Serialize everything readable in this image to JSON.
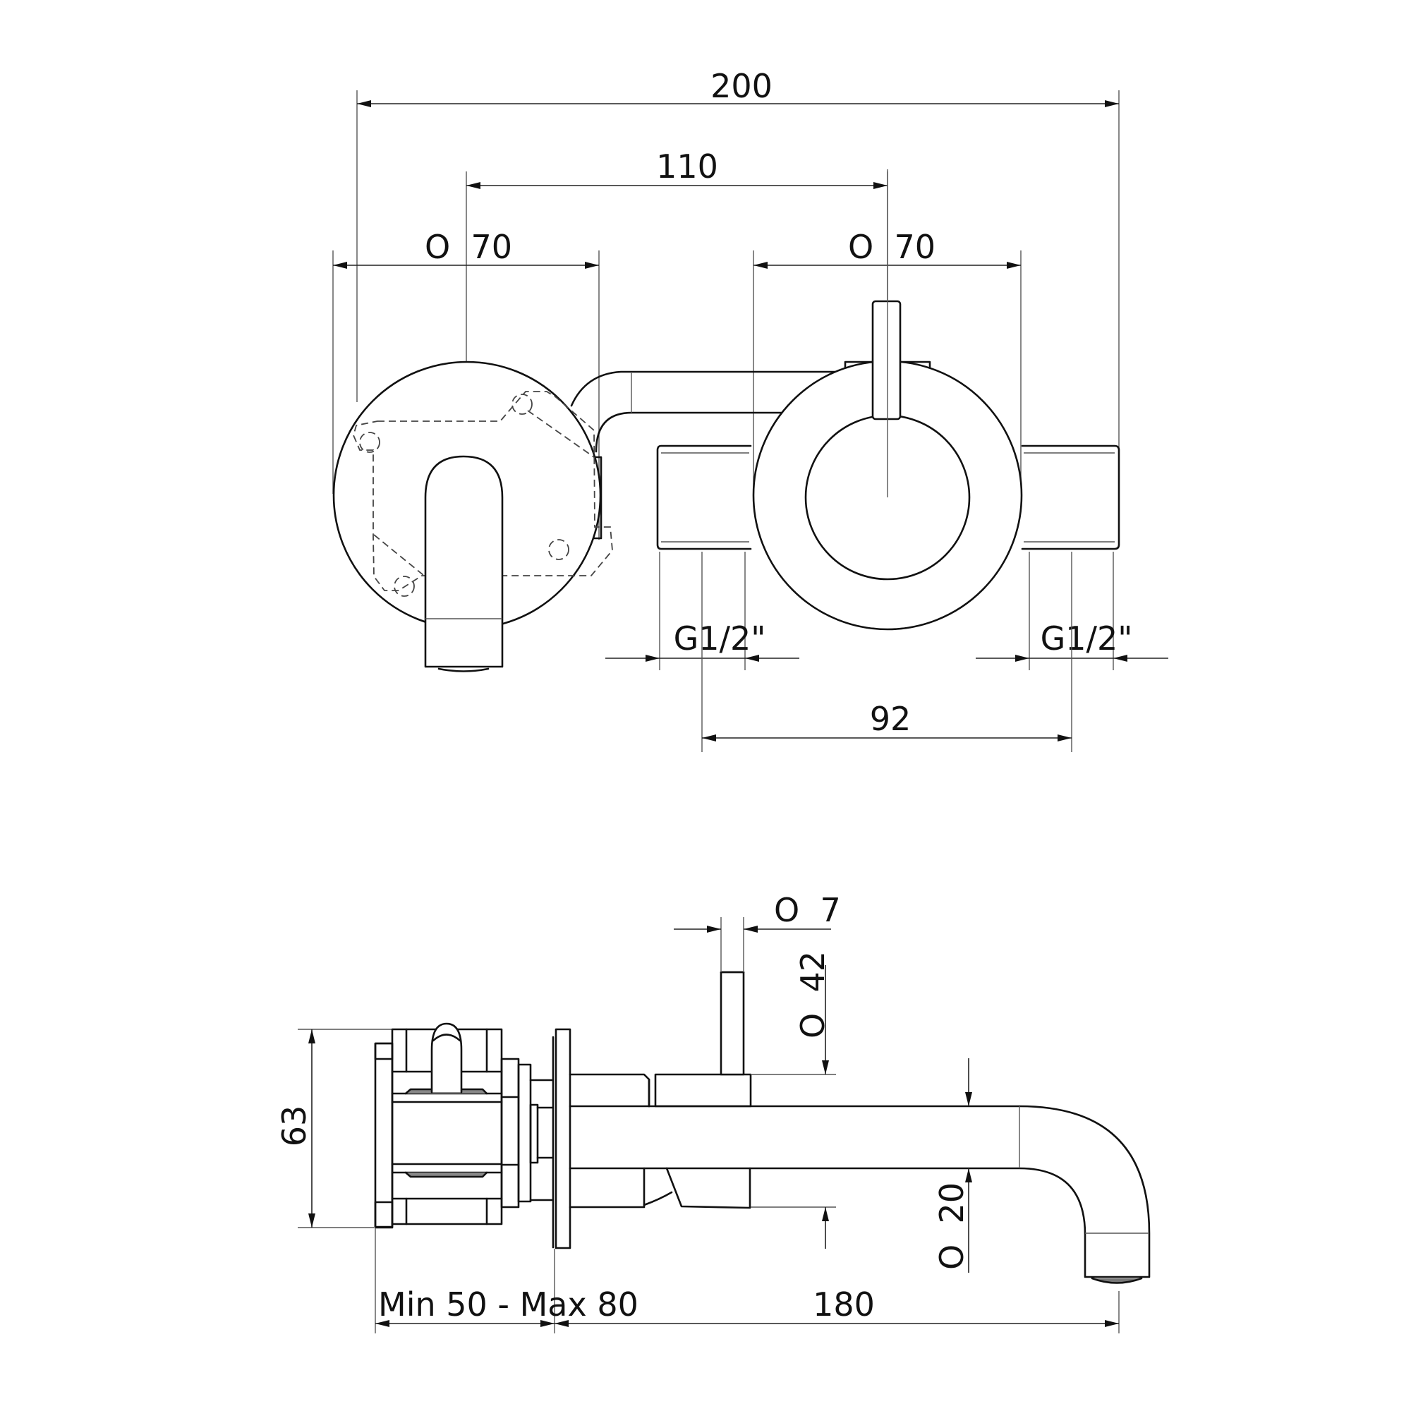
{
  "drawing": {
    "subject": "Wall-mounted basin mixer with spout — technical dimension drawing",
    "units": "mm",
    "line_color": "#111111",
    "background": "#ffffff"
  },
  "front_view": {
    "dimensions": {
      "overall_width": "200",
      "center_distance": "110",
      "left_rosette_diameter": "O  70",
      "right_rosette_diameter": "O  70",
      "left_inlet_thread": "G1/2\"",
      "right_inlet_thread": "G1/2\"",
      "inlet_center_distance": "92"
    }
  },
  "side_view": {
    "dimensions": {
      "box_height": "63",
      "lever_diameter": "O  7",
      "handle_diameter": "O  42",
      "spout_diameter": "O  20",
      "wall_depth": "Min 50 - Max 80",
      "spout_projection": "180"
    }
  }
}
